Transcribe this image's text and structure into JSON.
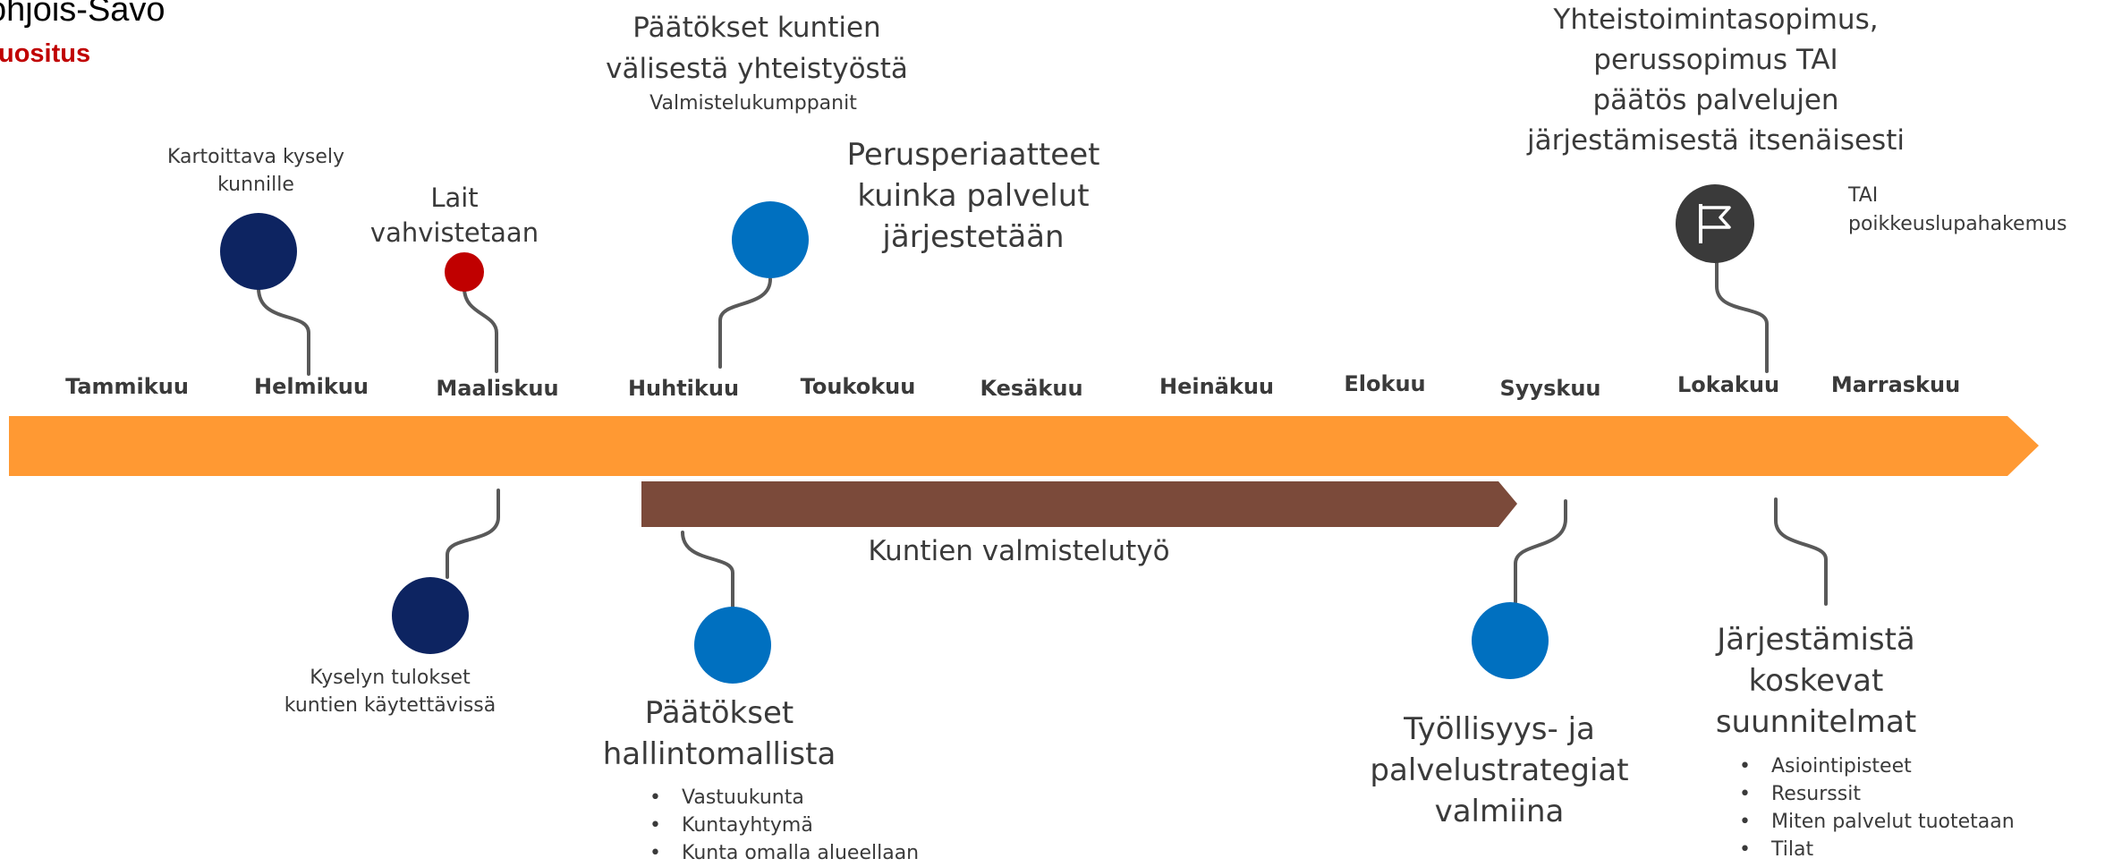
{
  "header": {
    "title": "ohjois-Savo",
    "subtitle": "uositus"
  },
  "months": [
    "Tammikuu",
    "Helmikuu",
    "Maaliskuu",
    "Huhtikuu",
    "Toukokuu",
    "Kesäkuu",
    "Heinäkuu",
    "Elokuu",
    "Syyskuu",
    "Lokakuu",
    "Marraskuu"
  ],
  "milestones": {
    "kartoittava": [
      "Kartoittava kysely",
      "kunnille"
    ],
    "lait": [
      "Lait",
      "vahvistetaan"
    ],
    "paatokset_yht": [
      "Päätökset kuntien",
      "välisestä yhteistyöstä"
    ],
    "valmistelu": "Valmistelukumppanit",
    "perusperiaatteet": [
      "Perusperiaatteet",
      "kuinka palvelut",
      "järjestetään"
    ],
    "sopimus": [
      "Yhteistoimintasopimus,",
      "perussopimus TAI",
      "päätös palvelujen",
      "järjestämisestä itsenäisesti"
    ],
    "tai": [
      "TAI",
      "poikkeuslupahakemus"
    ],
    "kysely_tulokset": [
      "Kyselyn tulokset",
      "kuntien käytettävissä"
    ],
    "paatokset_hallinto": [
      "Päätökset",
      "hallintomallista"
    ],
    "hallinto_bullets": [
      "Vastuukunta",
      "Kuntayhtymä",
      "Kunta omalla alueellaan"
    ],
    "kuntien_valmistelu": "Kuntien valmistelutyö",
    "tyollisyys": [
      "Työllisyys- ja",
      "palvelustrategiat",
      "valmiina"
    ],
    "jarjestaminen": [
      "Järjestämistä",
      "koskevat",
      "suunnitelmat"
    ],
    "jarjestaminen_bullets": [
      "Asiointipisteet",
      "Resurssit",
      "Miten palvelut tuotetaan",
      "Tilat"
    ]
  },
  "colors": {
    "timeline": "#FF9933",
    "prep_bar": "#7B4A3A",
    "navy": "#0D2461",
    "blue": "#0070C0",
    "red": "#C00000",
    "dark": "#3A3A3A",
    "connector": "#595959"
  },
  "icons": {
    "flag": "flag-icon"
  }
}
